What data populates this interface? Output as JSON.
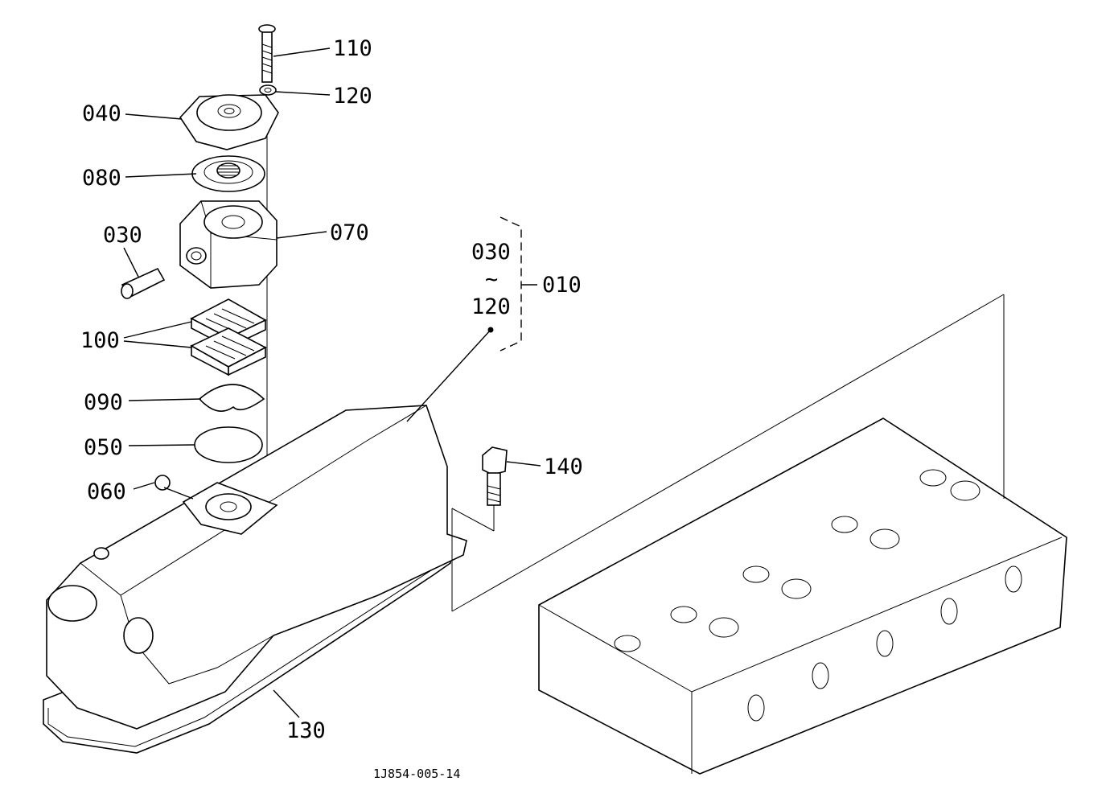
{
  "labels": {
    "p110": "110",
    "p120": "120",
    "p040": "040",
    "p080": "080",
    "p070": "070",
    "p030": "030",
    "p100": "100",
    "p090": "090",
    "p050": "050",
    "p060": "060",
    "p140": "140",
    "p130": "130",
    "range_from": "030",
    "range_tilde": "~",
    "range_to": "120",
    "assembly": "010"
  },
  "drawing_code": "1J854-005-14"
}
